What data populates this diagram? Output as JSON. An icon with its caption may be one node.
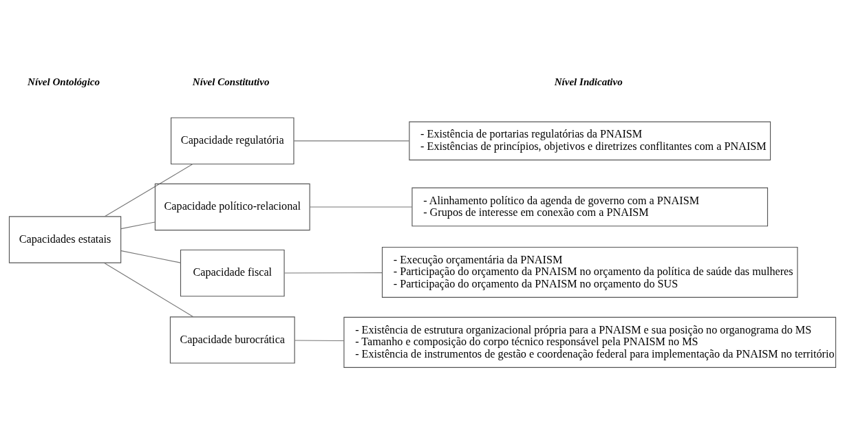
{
  "diagram": {
    "nodes": [
      {
        "text": [
          "Capacidades estatais"
        ]
      },
      {
        "text": [
          "Capacidade regulatória"
        ]
      },
      {
        "text": [
          "Capacidade político-relacional"
        ]
      },
      {
        "text": [
          "Capacidade fiscal"
        ]
      },
      {
        "text": [
          "Capacidade burocrática"
        ]
      },
      {
        "text": [
          "- Existência de portarias regulatórias da PNAISM",
          "- Existências de princípios, objetivos e diretrizes conflitantes com a PNAISM"
        ]
      },
      {
        "text": [
          "- Alinhamento político da agenda de governo com a PNAISM",
          "- Grupos de interesse em conexão com a PNAISM"
        ]
      },
      {
        "text": [
          "- Execução orçamentária da PNAISM",
          "- Participação do orçamento da PNAISM no orçamento da política de saúde das mulheres",
          "- Participação do orçamento da PNAISM no orçamento do SUS"
        ]
      },
      {
        "text": [
          "- Existência de estrutura organizacional própria para a PNAISM e sua posição no organograma do MS",
          "- Tamanho e composição do corpo técnico responsável pela PNAISM no MS",
          "- Existência de instrumentos de gestão e coordenação federal para implementação da PNAISM no território"
        ]
      }
    ],
    "edges": [
      {
        "from": 0,
        "to": 1,
        "arrow": "none"
      },
      {
        "from": 0,
        "to": 2,
        "arrow": "none"
      },
      {
        "from": 0,
        "to": 3,
        "arrow": "none"
      },
      {
        "from": 0,
        "to": 4,
        "arrow": "none"
      },
      {
        "from": 1,
        "to": 5,
        "arrow": "none"
      },
      {
        "from": 2,
        "to": 6,
        "arrow": "none"
      },
      {
        "from": 3,
        "to": 7,
        "arrow": "none"
      },
      {
        "from": 4,
        "to": 8,
        "arrow": "none"
      }
    ],
    "labels": [
      "Nível Ontológico",
      "Nível Constitutivo",
      "Nível Indicativo"
    ]
  }
}
